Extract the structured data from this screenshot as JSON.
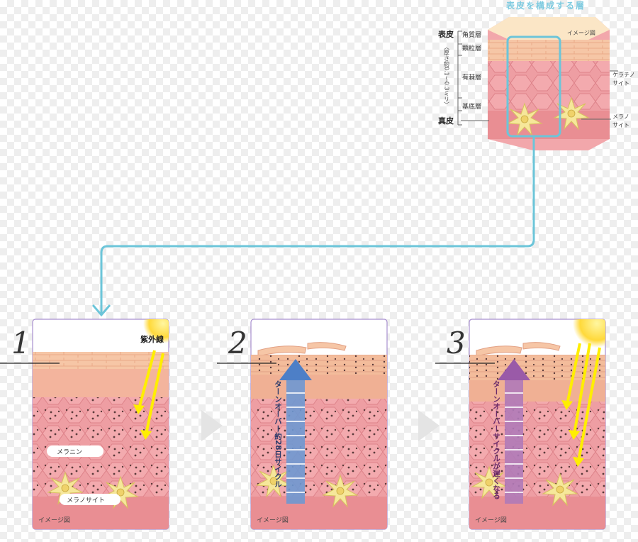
{
  "header": {
    "title": "表皮を構成する層",
    "image_note": "イメージ図"
  },
  "legend": {
    "epidermis_title": "表皮",
    "epidermis_thickness": "〈厚さ約0.1〜0.3ミリ〉",
    "dermis": "真皮",
    "layers": [
      "角質層",
      "顆粒層",
      "有棘層",
      "基底層"
    ],
    "keratinocyte": [
      "ケラチノ",
      "サイト"
    ],
    "melanocyte": [
      "メラノ",
      "サイト"
    ]
  },
  "panels": [
    {
      "number": "1",
      "uv_label": "紫外線",
      "melanin_label": "メラニン",
      "melanocyte_label": "メラノサイト",
      "image_note": "イメージ図"
    },
    {
      "number": "2",
      "turnover_label": "ターンオーバー約28日サイクル",
      "image_note": "イメージ図"
    },
    {
      "number": "3",
      "turnover_label": "ターンオーバーサイクルが遅くなる",
      "image_note": "イメージ図"
    }
  ],
  "colors": {
    "connector": "#6cc5d9",
    "uv_arrow": "#ffee00",
    "turnover_arrow_2": "#4d7fc7",
    "turnover_arrow_3": "#9a5aa8",
    "skin_pink": "#ee9aa0",
    "skin_top": "#f5c9a7",
    "melanocyte": "#f6e79a"
  }
}
